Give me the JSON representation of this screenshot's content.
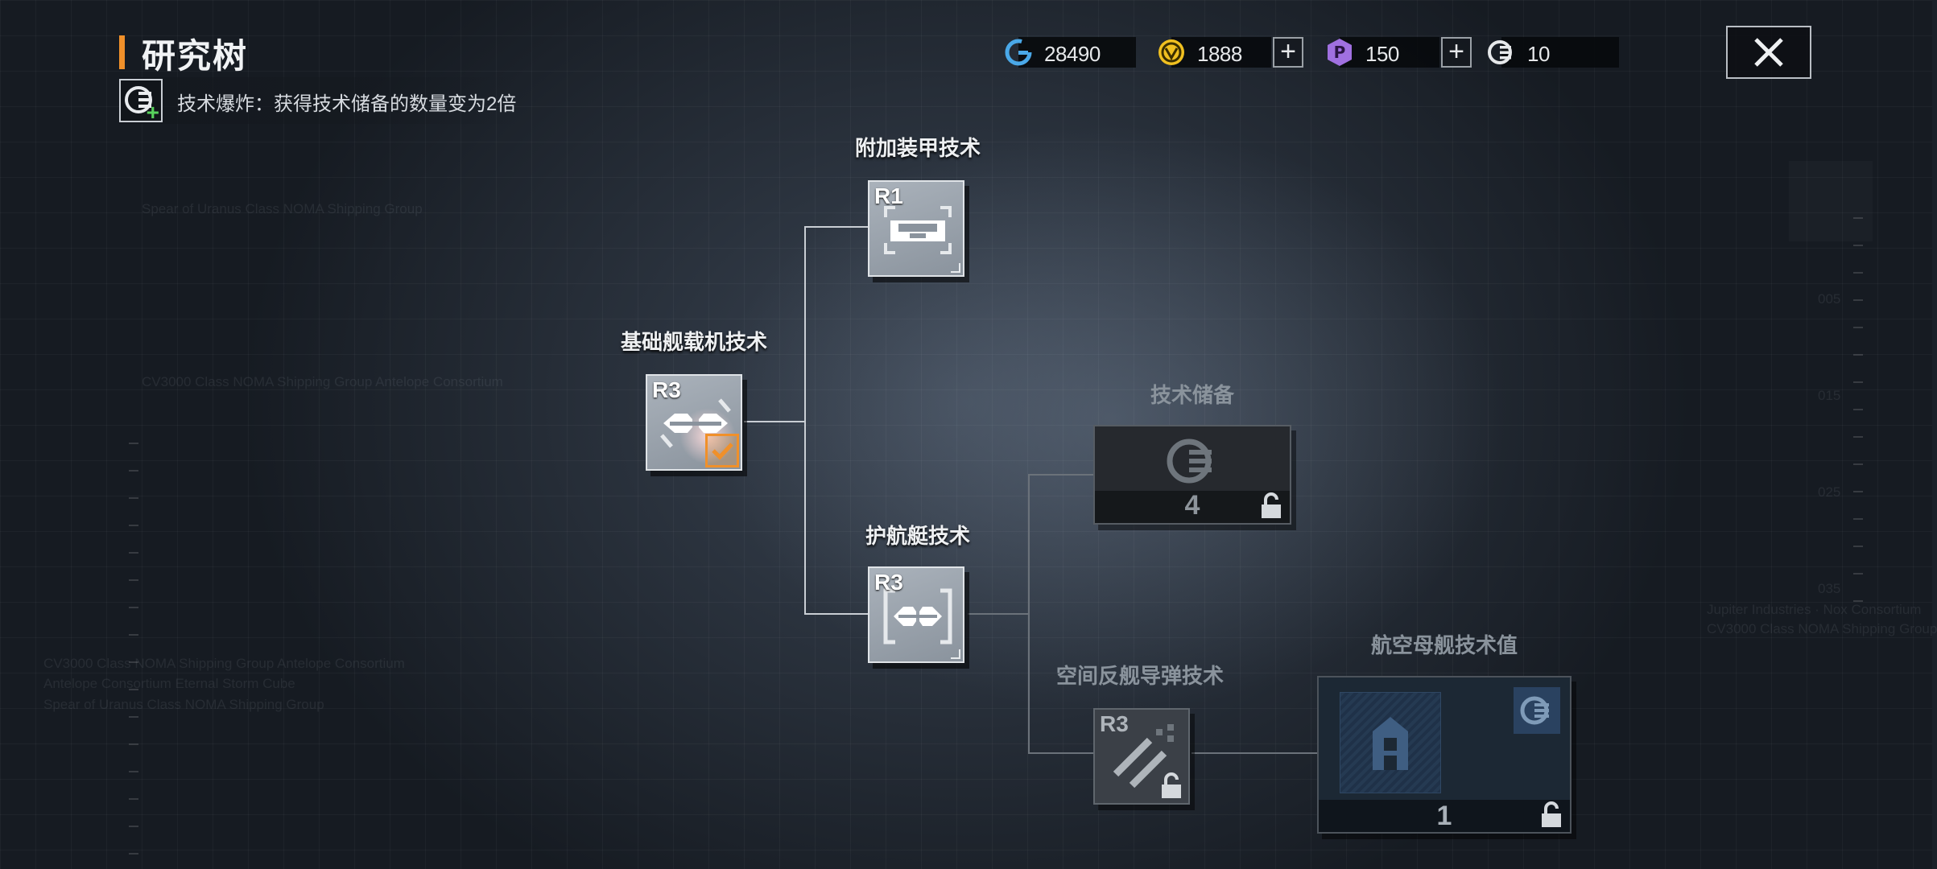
{
  "header": {
    "title": "研究树",
    "buff_text": "技术爆炸：获得技术储备的数量变为2倍"
  },
  "resources": [
    {
      "name": "blue-coin",
      "value": "28490",
      "color": "#4aa8e8"
    },
    {
      "name": "gold-coin",
      "value": "1888",
      "color": "#f0c020"
    },
    {
      "name": "purple-p",
      "value": "150",
      "color": "#a070e0"
    },
    {
      "name": "tech-reserve",
      "value": "10",
      "color": "#e6e8ea"
    }
  ],
  "nodes": {
    "basic": {
      "label": "基础舰载机技术",
      "rank": "R3"
    },
    "armor": {
      "label": "附加装甲技术",
      "rank": "R1"
    },
    "escort": {
      "label": "护航艇技术",
      "rank": "R3"
    },
    "reserve": {
      "label": "技术储备",
      "count": "4"
    },
    "missile": {
      "label": "空间反舰导弹技术",
      "rank": "R3"
    },
    "carrier": {
      "label": "航空母舰技术值",
      "count": "1"
    }
  },
  "background_text": [
    "Spear of Uranus Class NOMA Shipping Group",
    "CV3000 Class NOMA Shipping Group Antelope Consortium",
    "CV3000 Class NOMA Shipping Group Antelope Consortium",
    "Antelope Consortium Eternal Storm Cube",
    "Spear of Uranus Class NOMA Shipping Group",
    "Jupiter Industries · Nox Consortium",
    "CV3000 Class NOMA Shipping Group"
  ],
  "ruler_labels": [
    "005",
    "015",
    "025",
    "035"
  ],
  "colors": {
    "accent": "#f0902a",
    "check": "#f0902a",
    "buff_plus": "#58d15c"
  }
}
